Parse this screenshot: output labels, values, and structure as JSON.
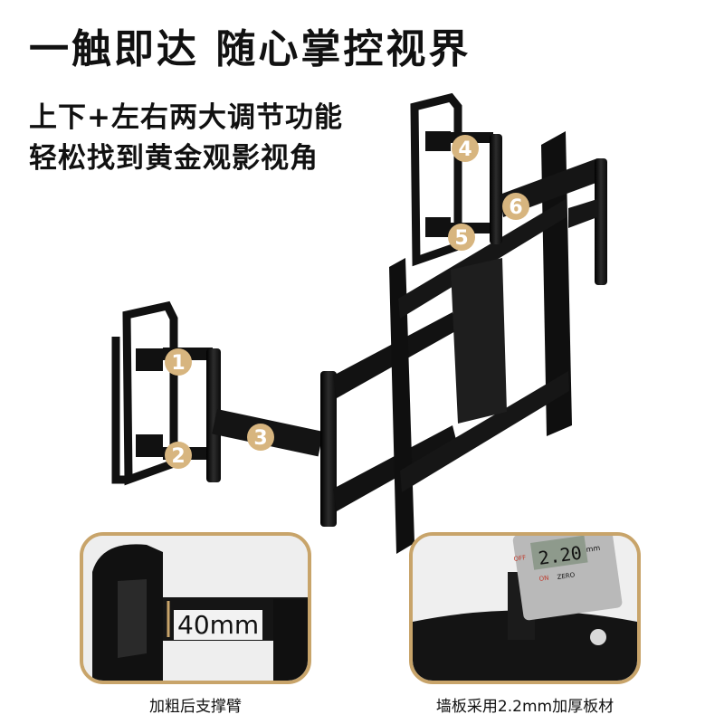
{
  "headline": "一触即达 随心掌控视界",
  "subline1": "上下+左右两大调节功能",
  "subline2": "轻松找到黄金观影视角",
  "badges": [
    "1",
    "2",
    "3",
    "4",
    "5",
    "6"
  ],
  "inset_left": {
    "dimension": "40mm",
    "caption": "加粗后支撑臂"
  },
  "inset_right": {
    "caption": "墙板采用2.2mm加厚板材",
    "caliper_reading": "2.20",
    "caliper_unit": "mm",
    "caliper_labels": [
      "OFF",
      "ON",
      "ZERO"
    ]
  },
  "colors": {
    "gold": "#c8a46a",
    "badge": "#d7b57f",
    "metal": "#151515"
  }
}
